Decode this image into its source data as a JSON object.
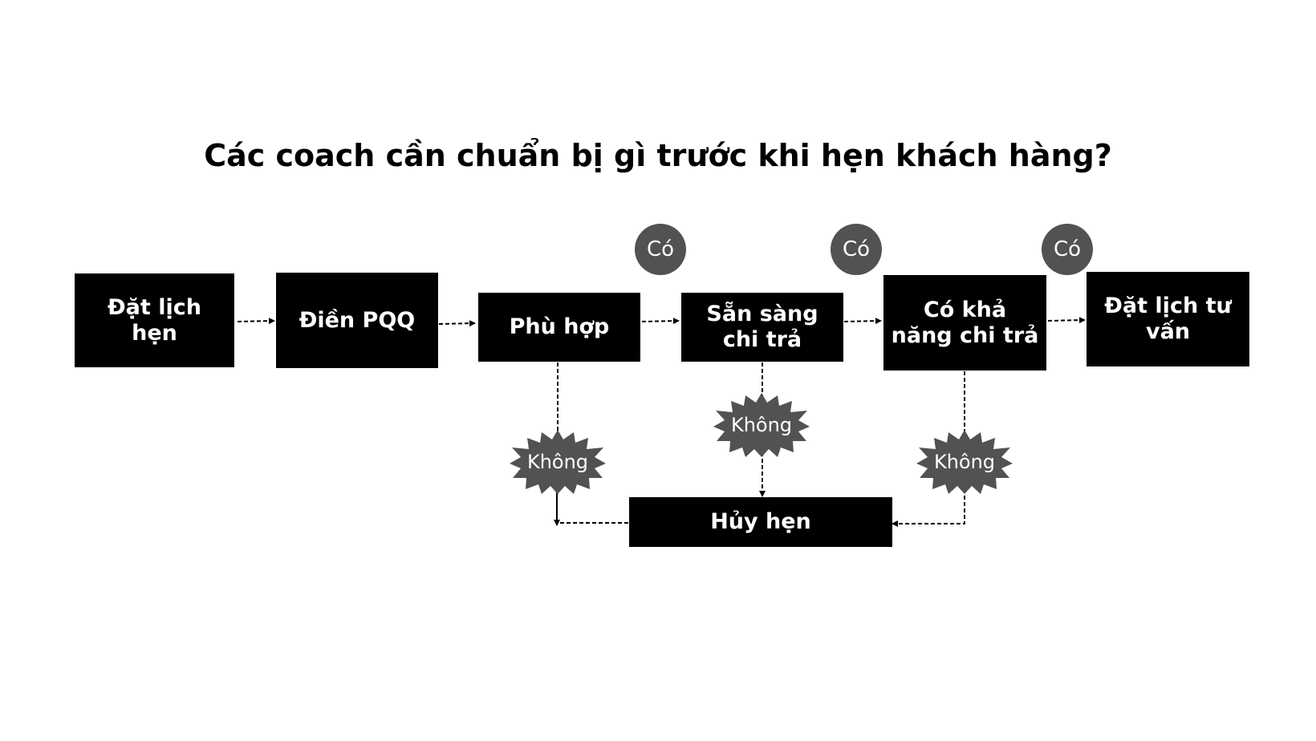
{
  "title": "Các coach cần chuẩn bị gì trước khi hẹn khách hàng?",
  "steps": {
    "book_appointment": "Đặt lịch hẹn",
    "fill_pqq": "Điền PQQ",
    "fit": "Phù hợp",
    "willing_to_pay": "Sẵn sàng chi trả",
    "able_to_pay": "Có khả năng chi trả",
    "book_consultation": "Đặt lịch tư vấn",
    "cancel": "Hủy hẹn"
  },
  "yes_label": "Có",
  "no_label": "Không",
  "colors": {
    "box": "#000000",
    "box_text": "#ffffff",
    "badge": "#525252",
    "connector": "#000000"
  }
}
